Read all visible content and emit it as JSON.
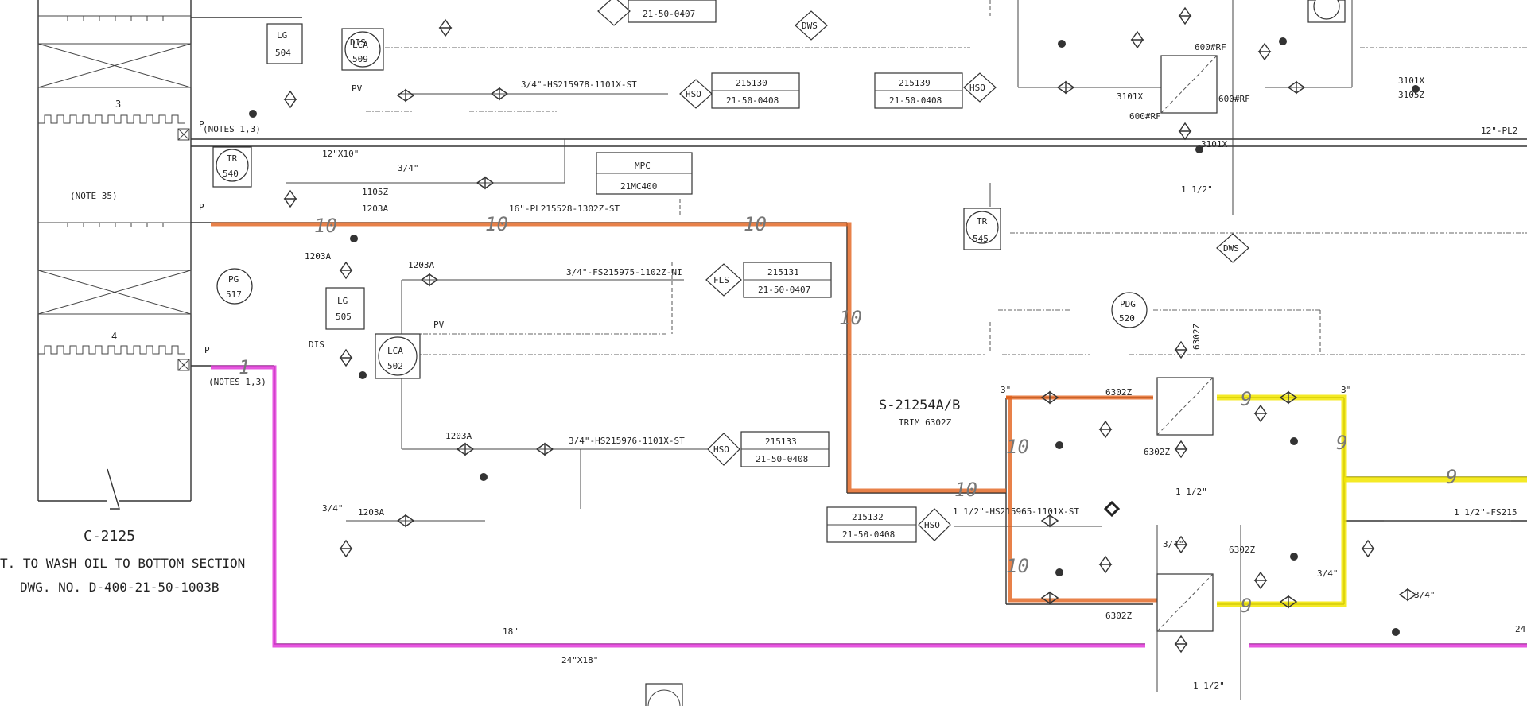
{
  "document": {
    "vessel_tag": "C-2125",
    "vessel_note_line1": "T. TO WASH OIL TO BOTTOM SECTION",
    "vessel_note_line2": "DWG. NO. D-400-21-50-1003B",
    "tray3_label": "3",
    "tray4_label": "4",
    "note35": "(NOTE 35)",
    "notes13_a": "(NOTES 1,3)",
    "notes13_b": "(NOTES 1,3)",
    "strainer_tag": "S-21254A/B",
    "strainer_trim": "TRIM 6302Z"
  },
  "instruments": {
    "lg504_line1": "LG",
    "lg504_line2": "504",
    "lca509_line1": "LCA",
    "lca509_line2": "509",
    "ti540_line1": "TR",
    "ti540_line2": "540",
    "pg517_line1": "PG",
    "pg517_line2": "517",
    "lg505_line1": "LG",
    "lg505_line2": "505",
    "lca502_line1": "LCA",
    "lca502_line2": "502",
    "pdg520_line1": "PDG",
    "pdg520_line2": "520",
    "tr545_line1": "TR",
    "tr545_line2": "545",
    "mpc_line1": "MPC",
    "mpc_line2": "21MC400",
    "hso1": "HSO",
    "hso2": "HSO",
    "hso3": "HSO",
    "hso4": "HSO",
    "fls": "FLS",
    "dws1": "DWS",
    "dws2": "DWS"
  },
  "line_tags": {
    "hs5978": "3/4\"-HS215978-1101X-ST",
    "fs5975": "3/4\"-FS215975-1102Z-NI",
    "hs5976": "3/4\"-HS215976-1101X-ST",
    "pl5528": "16\"-PL215528-1302Z-ST",
    "hs5965": "1 1/2\"-HS215965-1101X-ST",
    "fs_right": "1 1/2\"-FS215",
    "pl_right": "12\"-PL2"
  },
  "refboxes": {
    "b1_top": "215130",
    "b1_bot": "21-50-0408",
    "b2_top": "215139",
    "b2_bot": "21-50-0408",
    "b3_top": "215131",
    "b3_bot": "21-50-0407",
    "b4_top": "215133",
    "b4_bot": "21-50-0408",
    "b5_top": "215132",
    "b5_bot": "21-50-0408",
    "b6_bot": "21-50-0407"
  },
  "labels": {
    "reducer_12x10": "12\"X10\"",
    "three_quarter_a": "3/4\"",
    "three_quarter_b": "3/4\"",
    "three_quarter_c": "3/4\"",
    "three_quarter_d": "3/4\"",
    "valve_1105z": "1105Z",
    "valve_1203a_a": "1203A",
    "valve_1203a_b": "1203A",
    "valve_1203a_c": "1203A",
    "valve_1203a_d": "1203A",
    "valve_1203a_e": "1203A",
    "dis_a": "DIS",
    "dis_b": "DIS",
    "pv_a": "PV",
    "pv_b": "PV",
    "six_a": "6302Z",
    "six_b": "6302Z",
    "six_c": "6302Z",
    "six_d": "6302Z",
    "six_e": "6302Z",
    "one_half_a": "1 1/2\"",
    "one_half_b": "1 1/2\"",
    "one_half_c": "1 1/2\"",
    "in3_a": "3\"",
    "in3_b": "3\"",
    "size18": "18\"",
    "reducer_24x18": "24\"X18\"",
    "rf_600_a": "600#RF",
    "rf_600_b": "600#RF",
    "rf_600_c": "600#RF",
    "tag_3101x_a": "3101X",
    "tag_3101x_b": "3101X",
    "tag_3101x_c": "3101X",
    "tag_3105z": "3105Z",
    "size24": "24",
    "hand_10": "10",
    "hand_9": "9",
    "hand_1": "1",
    "tag_3_4a": "3/4\"",
    "tag_3_4b": "3/4\""
  },
  "colors": {
    "orange_highlight": "#e2621b",
    "yellow_highlight": "#f2e600",
    "magenta_highlight": "#e23ad9"
  }
}
